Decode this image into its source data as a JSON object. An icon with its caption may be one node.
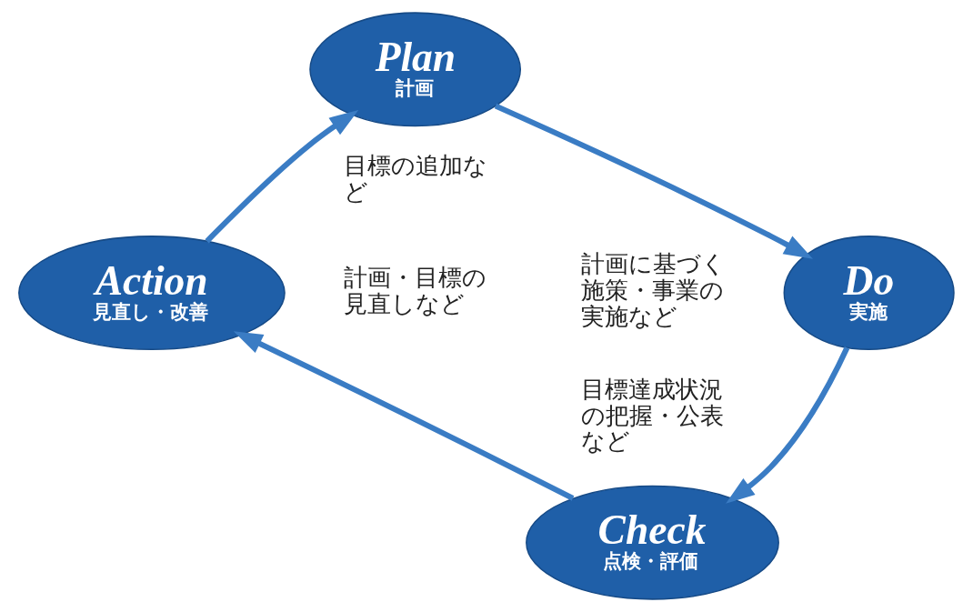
{
  "diagram": {
    "nodes": [
      {
        "text": [
          "Plan",
          "計画"
        ],
        "beside": [
          "目標の追加など"
        ]
      },
      {
        "text": [
          "Do",
          "実施"
        ],
        "beside": [
          "計画に基づく施策・事業の実施など"
        ]
      },
      {
        "text": [
          "Check",
          "点検・評価"
        ],
        "beside": [
          "目標達成状況の把握・公表など"
        ]
      },
      {
        "text": [
          "Action",
          "見直し・改善"
        ],
        "beside": [
          "計画・目標の見直しなど"
        ]
      }
    ],
    "edges": [
      {
        "from": 0,
        "to": 1,
        "arrow": "to"
      },
      {
        "from": 1,
        "to": 2,
        "arrow": "to"
      },
      {
        "from": 2,
        "to": 3,
        "arrow": "to"
      },
      {
        "from": 3,
        "to": 0,
        "arrow": "to"
      }
    ]
  }
}
